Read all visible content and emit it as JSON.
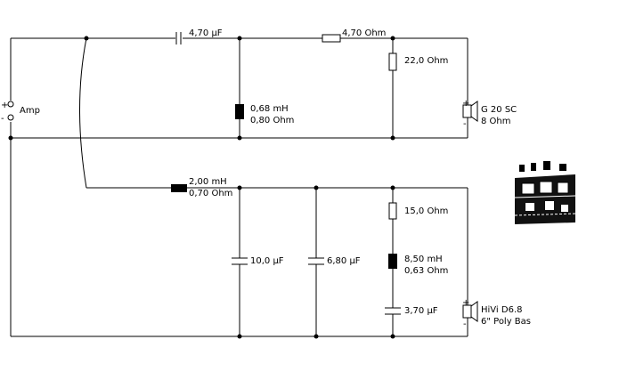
{
  "colors": {
    "line": "#000000",
    "background": "#ffffff"
  },
  "input": {
    "label": "Amp",
    "plus": "+",
    "minus": "-"
  },
  "tweeter_branch": {
    "series_capacitor": "4,70 µF",
    "parallel_inductor_value": "0,68 mH",
    "parallel_inductor_resistance": "0,80 Ohm",
    "series_resistor": "4,70 Ohm",
    "parallel_resistor": "22,0 Ohm",
    "driver_name": "G 20 SC",
    "driver_impedance": "8 Ohm"
  },
  "woofer_branch": {
    "series_inductor_value": "2,00 mH",
    "series_inductor_resistance": "0,70 Ohm",
    "shunt_capacitor_1": "10,0 µF",
    "shunt_capacitor_2": "6,80 µF",
    "notch_resistor": "15,0 Ohm",
    "notch_inductor_value": "8,50 mH",
    "notch_inductor_resistance": "0,63 Ohm",
    "notch_capacitor": "3,70 µF",
    "driver_name": "HiVi D6.8",
    "driver_description": "6\" Poly Bas"
  },
  "driver_polarity": {
    "plus": "+",
    "minus": "-"
  }
}
